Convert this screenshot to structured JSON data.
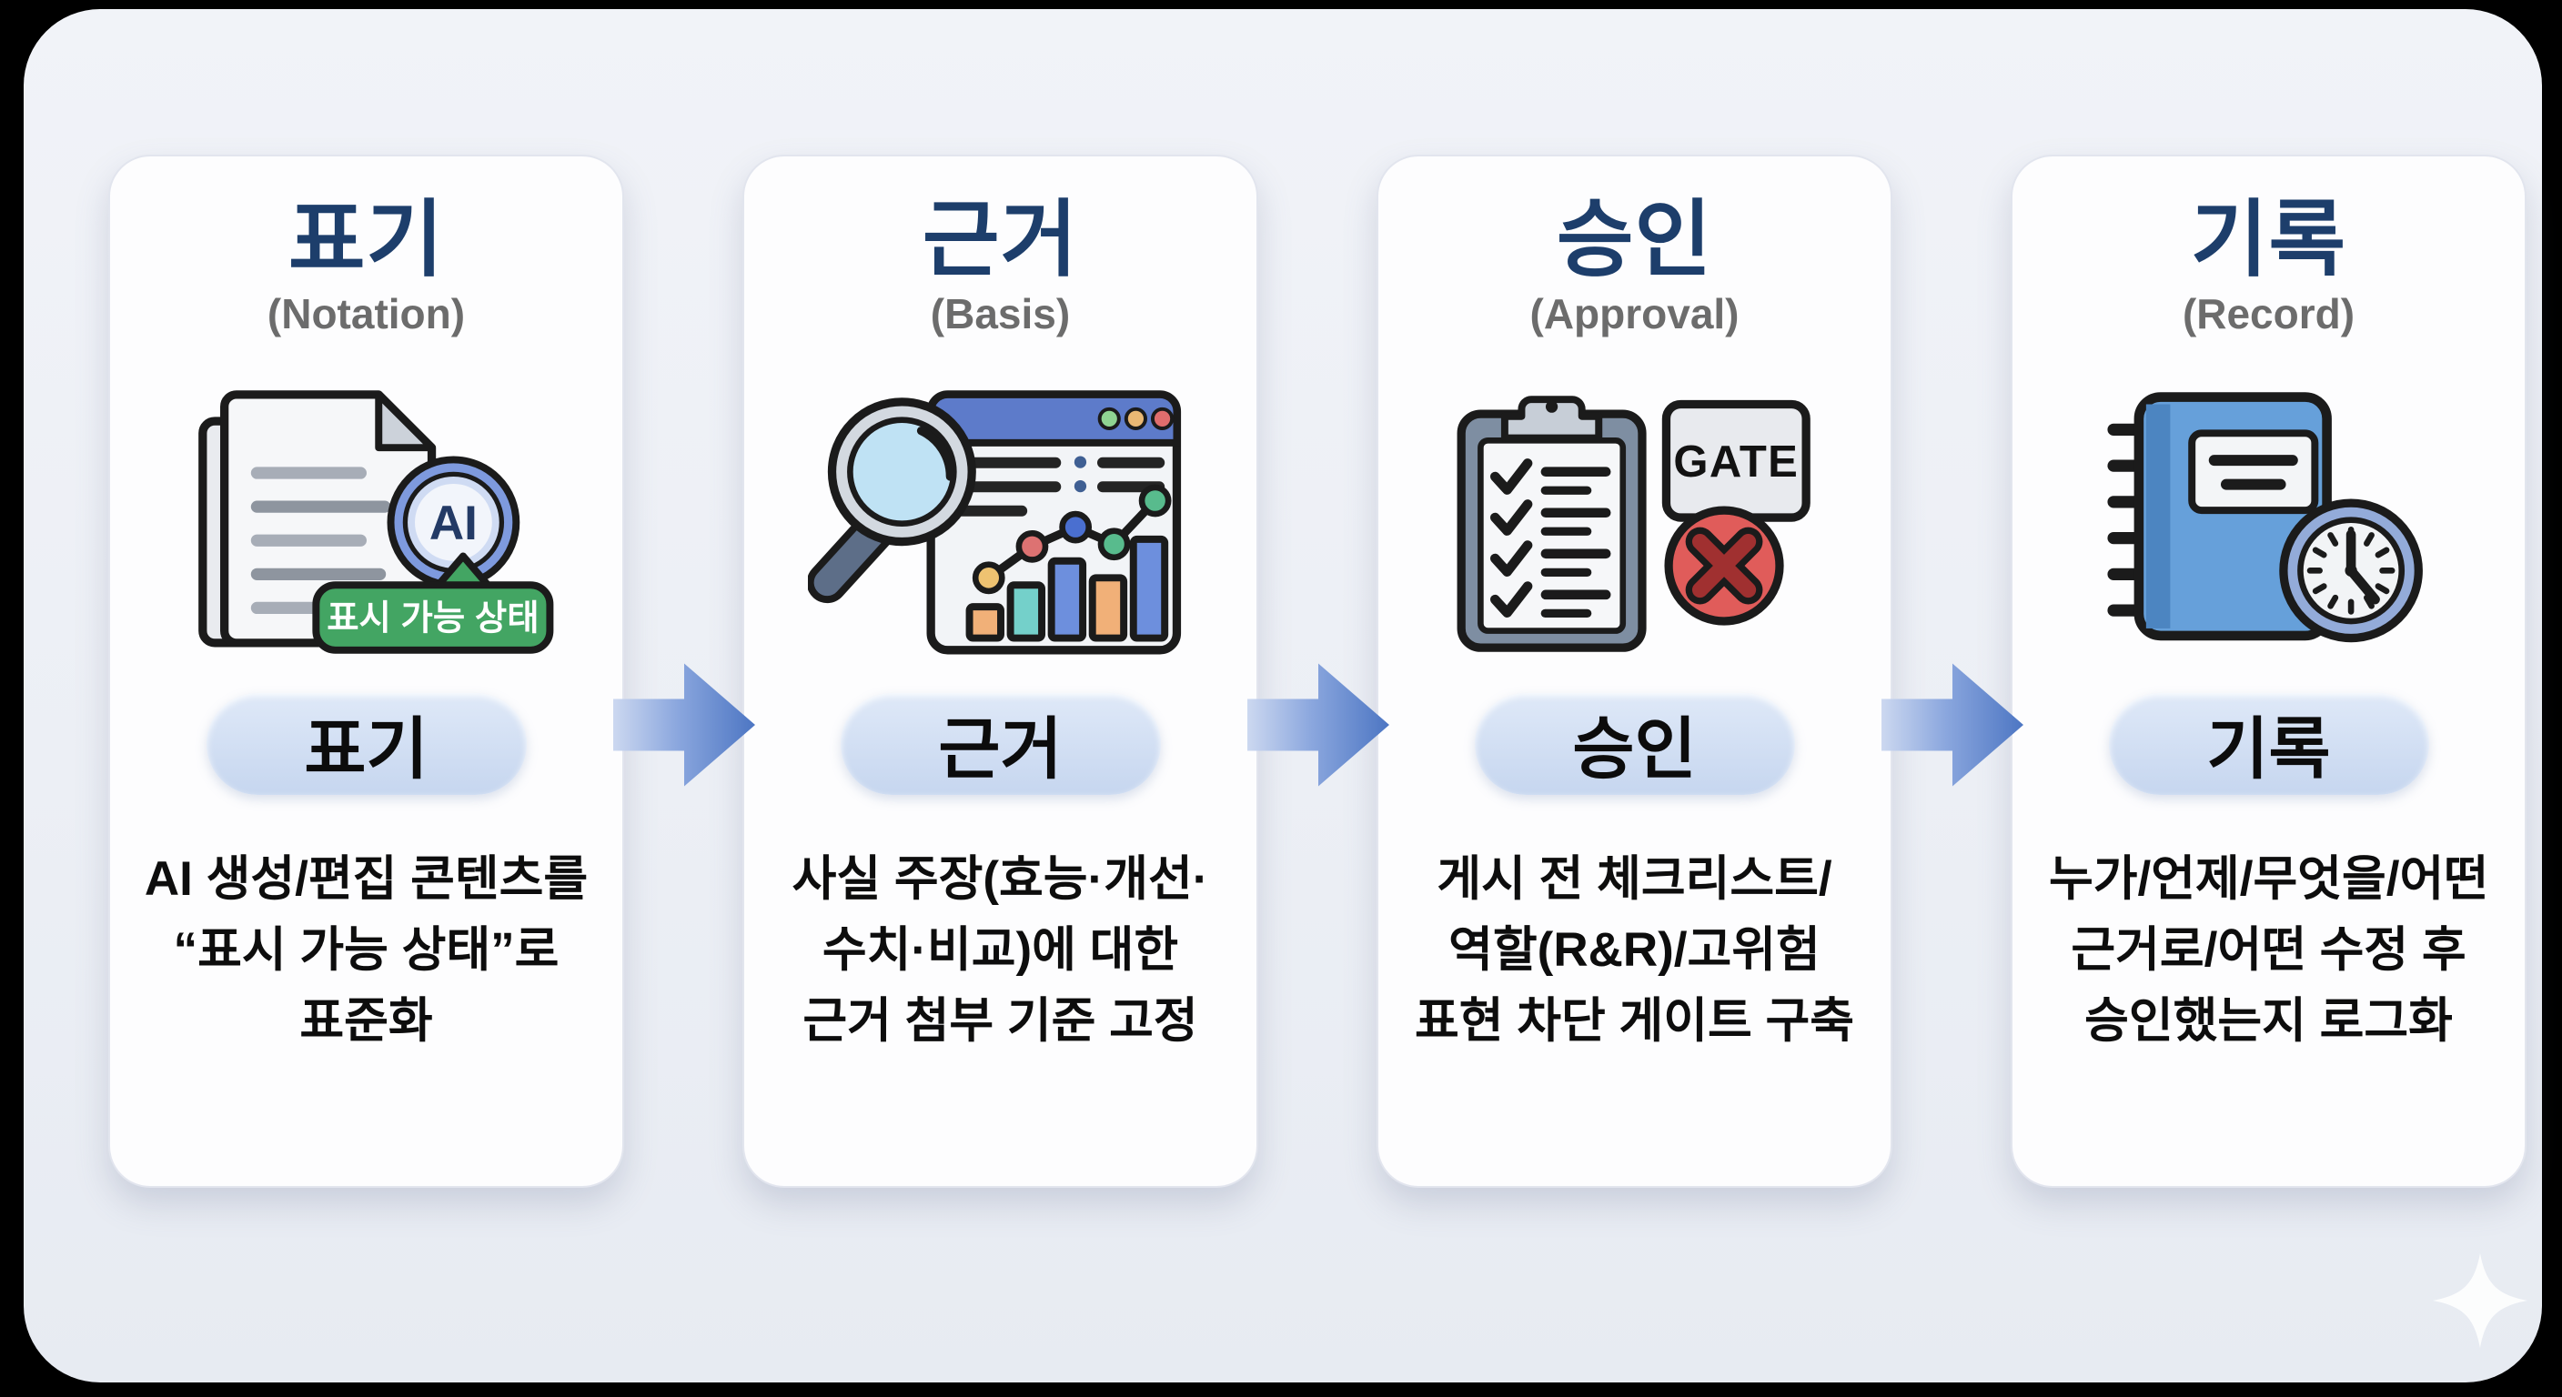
{
  "steps": [
    {
      "id": "notation",
      "title": "표기",
      "subtitle": "(Notation)",
      "pill_label": "표기",
      "desc_lines": [
        "AI 생성/편집 콘텐츠를",
        "“표시 가능 상태”로",
        "표준화"
      ],
      "icon": "ai-labeled-document-icon",
      "badge_label": "AI",
      "bubble_label": "표시 가능 상태"
    },
    {
      "id": "basis",
      "title": "근거",
      "subtitle": "(Basis)",
      "pill_label": "근거",
      "desc_lines": [
        "사실 주장(효능·개선·",
        "수치·비교)에 대한",
        "근거 첨부 기준 고정"
      ],
      "icon": "magnifier-analytics-icon"
    },
    {
      "id": "approval",
      "title": "승인",
      "subtitle": "(Approval)",
      "pill_label": "승인",
      "desc_lines": [
        "게시 전 체크리스트/",
        "역할(R&R)/고위험",
        "표현 차단 게이트 구축"
      ],
      "icon": "clipboard-gate-icon",
      "gate_label": "GATE"
    },
    {
      "id": "record",
      "title": "기록",
      "subtitle": "(Record)",
      "pill_label": "기록",
      "desc_lines": [
        "누가/언제/무엇을/어떤",
        "근거로/어떤 수정 후",
        "승인했는지 로그화"
      ],
      "icon": "notebook-clock-icon"
    }
  ],
  "colors": {
    "outer_background": "#000000",
    "canvas_background": "#eceff5",
    "card_background": "#fdfdfe",
    "title_navy": "#1d3e6b",
    "subtitle_gray": "#6c6c6c",
    "pill_blue": "#c6d6ef",
    "arrow_blue": "#4d76c3",
    "bubble_green": "#43a563",
    "badge_blue": "#7e9ade",
    "gate_red": "#e05c5a",
    "notebook_blue": "#66a0da"
  }
}
